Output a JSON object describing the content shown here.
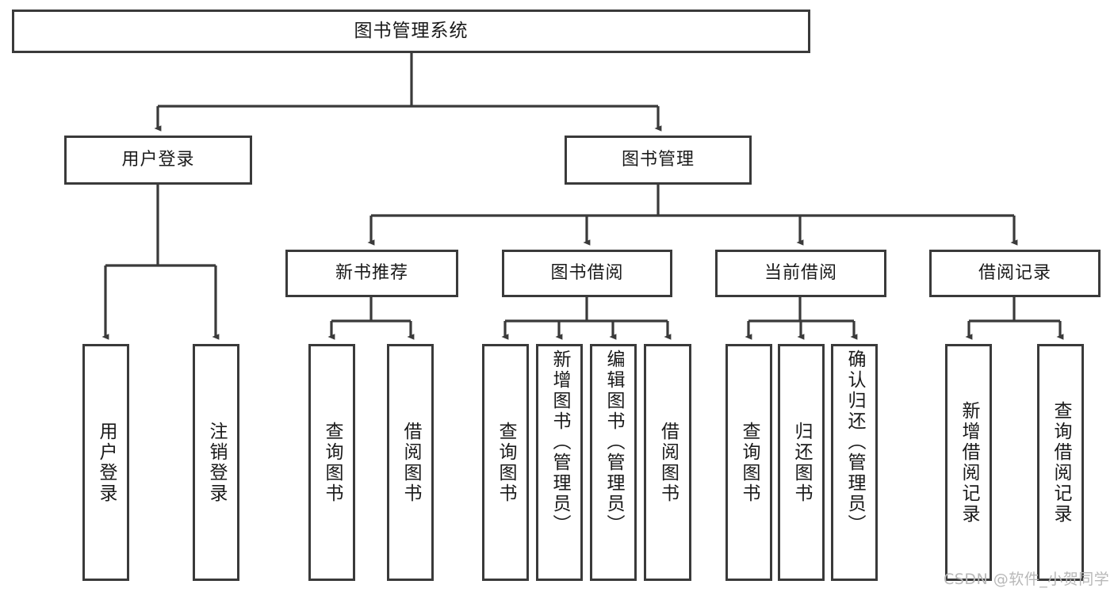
{
  "diagram": {
    "type": "tree-hierarchy-chart",
    "title": "图书管理系统",
    "line_color": "#3a3a3a",
    "box_fill": "#ffffff",
    "text_color": "#1a1a1a",
    "watermark_color": "#b8b8b8"
  },
  "root": {
    "label": "图书管理系统"
  },
  "level2": [
    {
      "label": "用户登录"
    },
    {
      "label": "图书管理"
    }
  ],
  "level3": [
    {
      "label": "新书推荐"
    },
    {
      "label": "图书借阅"
    },
    {
      "label": "当前借阅"
    },
    {
      "label": "借阅记录"
    }
  ],
  "leaves": {
    "user_login": [
      {
        "label": "用户登录"
      },
      {
        "label": "注销登录"
      }
    ],
    "new_book_recommend": [
      {
        "label": "查询图书"
      },
      {
        "label": "借阅图书"
      }
    ],
    "book_borrow": [
      {
        "label": "查询图书"
      },
      {
        "label": "新增图书（管理员）"
      },
      {
        "label": "编辑图书（管理员）"
      },
      {
        "label": "借阅图书"
      }
    ],
    "current_borrow": [
      {
        "label": "查询图书"
      },
      {
        "label": "归还图书"
      },
      {
        "label": "确认归还（管理员）"
      }
    ],
    "borrow_record": [
      {
        "label": "新增借阅记录"
      },
      {
        "label": "查询借阅记录"
      }
    ]
  },
  "watermark": {
    "text": "CSDN @软件_小贺同学"
  }
}
